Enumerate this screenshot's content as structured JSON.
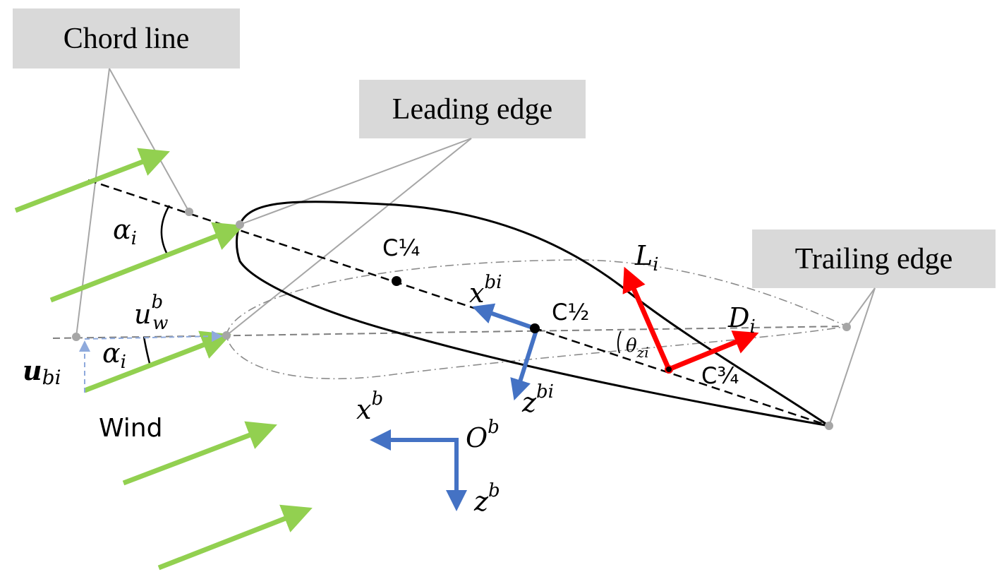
{
  "callouts": {
    "chord_line": "Chord line",
    "leading_edge": "Leading edge",
    "trailing_edge": "Trailing edge"
  },
  "labels": {
    "alpha": "α",
    "alpha_sub": "i",
    "u_w": "u",
    "u_w_sup": "b",
    "u_w_sub": "w",
    "u_bi": "u",
    "u_bi_sub": "bi",
    "wind": "Wind",
    "c_quarter": "C¼",
    "c_half": "C½",
    "c_three_quarter": "C¾",
    "x_bi": "x",
    "x_bi_sup": "bi",
    "z_bi": "z",
    "z_bi_sup": "bi",
    "x_b": "x",
    "x_b_sup": "b",
    "z_b": "z",
    "z_b_sup": "b",
    "o_b": "O",
    "o_b_sup": "b",
    "L": "L",
    "L_sub": "i",
    "D": "D",
    "D_sub": "i",
    "theta": "θ",
    "theta_sub": "zi"
  },
  "colors": {
    "wind_arrow": "#92d050",
    "body_frame": "#4472c4",
    "force": "#ff0000",
    "callout_bg": "#d9d9d9",
    "leader": "#a6a6a6",
    "u_dashed": "#8faadc"
  }
}
